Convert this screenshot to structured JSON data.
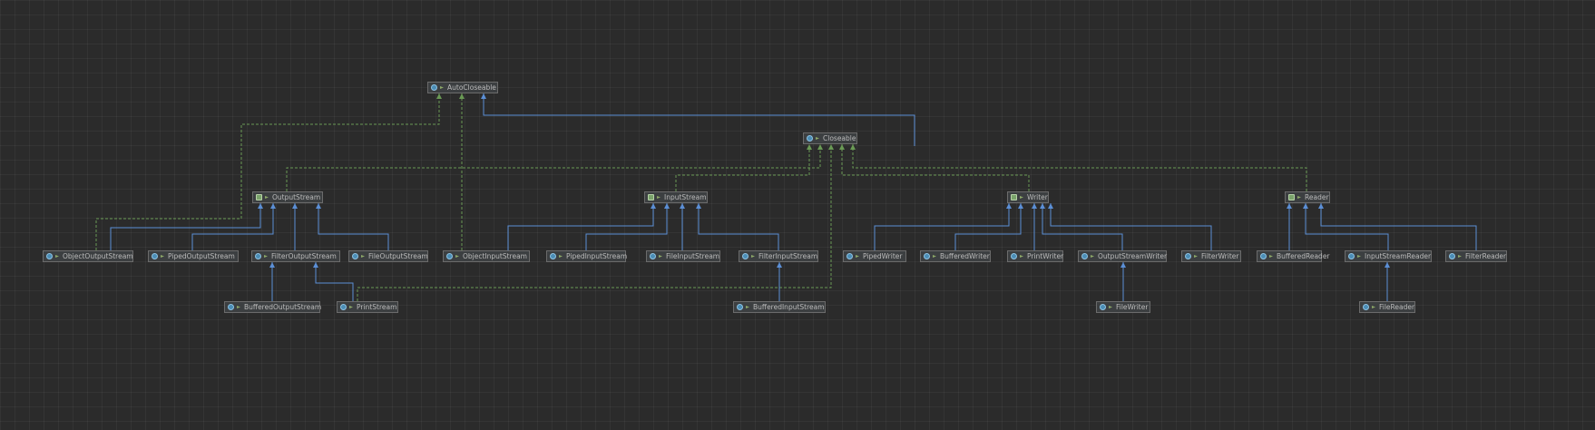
{
  "diagram": {
    "type": "class-hierarchy",
    "nodes": {
      "autocloseable": {
        "label": "AutoCloseable",
        "kind": "interface"
      },
      "closeable": {
        "label": "Closeable",
        "kind": "interface"
      },
      "outputstream": {
        "label": "OutputStream",
        "kind": "abstract-class"
      },
      "inputstream": {
        "label": "InputStream",
        "kind": "abstract-class"
      },
      "writer": {
        "label": "Writer",
        "kind": "abstract-class"
      },
      "reader": {
        "label": "Reader",
        "kind": "abstract-class"
      },
      "objectoutputstream": {
        "label": "ObjectOutputStream",
        "kind": "class"
      },
      "pipedoutputstream": {
        "label": "PipedOutputStream",
        "kind": "class"
      },
      "filteroutputstream": {
        "label": "FilterOutputStream",
        "kind": "class"
      },
      "fileoutputstream": {
        "label": "FileOutputStream",
        "kind": "class"
      },
      "objectinputstream": {
        "label": "ObjectInputStream",
        "kind": "class"
      },
      "pipedinputstream": {
        "label": "PipedInputStream",
        "kind": "class"
      },
      "fileinputstream": {
        "label": "FileInputStream",
        "kind": "class"
      },
      "filterinputstream": {
        "label": "FilterInputStream",
        "kind": "class"
      },
      "pipedwriter": {
        "label": "PipedWriter",
        "kind": "class"
      },
      "bufferedwriter": {
        "label": "BufferedWriter",
        "kind": "class"
      },
      "printwriter": {
        "label": "PrintWriter",
        "kind": "class"
      },
      "outputstreamwriter": {
        "label": "OutputStreamWriter",
        "kind": "class"
      },
      "filterwriter": {
        "label": "FilterWriter",
        "kind": "class"
      },
      "bufferedreader": {
        "label": "BufferedReader",
        "kind": "class"
      },
      "inputstreamreader": {
        "label": "InputStreamReader",
        "kind": "class"
      },
      "filterreader": {
        "label": "FilterReader",
        "kind": "class"
      },
      "bufferedoutputstream": {
        "label": "BufferedOutputStream",
        "kind": "class"
      },
      "printstream": {
        "label": "PrintStream",
        "kind": "class"
      },
      "bufferedinputstream": {
        "label": "BufferedInputStream",
        "kind": "class"
      },
      "filewriter": {
        "label": "FileWriter",
        "kind": "class"
      },
      "filereader": {
        "label": "FileReader",
        "kind": "class"
      }
    },
    "edges": [
      {
        "from": "closeable",
        "to": "autocloseable",
        "relation": "extends"
      },
      {
        "from": "outputstream",
        "to": "closeable",
        "relation": "implements"
      },
      {
        "from": "inputstream",
        "to": "closeable",
        "relation": "implements"
      },
      {
        "from": "writer",
        "to": "closeable",
        "relation": "implements"
      },
      {
        "from": "reader",
        "to": "closeable",
        "relation": "implements"
      },
      {
        "from": "objectoutputstream",
        "to": "outputstream",
        "relation": "extends"
      },
      {
        "from": "pipedoutputstream",
        "to": "outputstream",
        "relation": "extends"
      },
      {
        "from": "filteroutputstream",
        "to": "outputstream",
        "relation": "extends"
      },
      {
        "from": "fileoutputstream",
        "to": "outputstream",
        "relation": "extends"
      },
      {
        "from": "objectoutputstream",
        "to": "autocloseable",
        "relation": "implements"
      },
      {
        "from": "objectinputstream",
        "to": "inputstream",
        "relation": "extends"
      },
      {
        "from": "pipedinputstream",
        "to": "inputstream",
        "relation": "extends"
      },
      {
        "from": "fileinputstream",
        "to": "inputstream",
        "relation": "extends"
      },
      {
        "from": "filterinputstream",
        "to": "inputstream",
        "relation": "extends"
      },
      {
        "from": "objectinputstream",
        "to": "autocloseable",
        "relation": "implements"
      },
      {
        "from": "pipedwriter",
        "to": "writer",
        "relation": "extends"
      },
      {
        "from": "bufferedwriter",
        "to": "writer",
        "relation": "extends"
      },
      {
        "from": "printwriter",
        "to": "writer",
        "relation": "extends"
      },
      {
        "from": "outputstreamwriter",
        "to": "writer",
        "relation": "extends"
      },
      {
        "from": "filterwriter",
        "to": "writer",
        "relation": "extends"
      },
      {
        "from": "bufferedreader",
        "to": "reader",
        "relation": "extends"
      },
      {
        "from": "inputstreamreader",
        "to": "reader",
        "relation": "extends"
      },
      {
        "from": "filterreader",
        "to": "reader",
        "relation": "extends"
      },
      {
        "from": "bufferedoutputstream",
        "to": "filteroutputstream",
        "relation": "extends"
      },
      {
        "from": "printstream",
        "to": "filteroutputstream",
        "relation": "extends"
      },
      {
        "from": "printstream",
        "to": "closeable",
        "relation": "implements"
      },
      {
        "from": "bufferedinputstream",
        "to": "filterinputstream",
        "relation": "extends"
      },
      {
        "from": "filewriter",
        "to": "outputstreamwriter",
        "relation": "extends"
      },
      {
        "from": "filereader",
        "to": "inputstreamreader",
        "relation": "extends"
      }
    ]
  },
  "colors": {
    "background": "#2b2b2b",
    "node_fill": "#3c3f41",
    "node_border": "#6b6b6b",
    "node_text": "#bbbbbb",
    "extends_edge": "#5b8fd6",
    "implements_edge": "#6a9a55",
    "interface_icon": "#4b8db5",
    "abstract_icon": "#7aa36b"
  }
}
